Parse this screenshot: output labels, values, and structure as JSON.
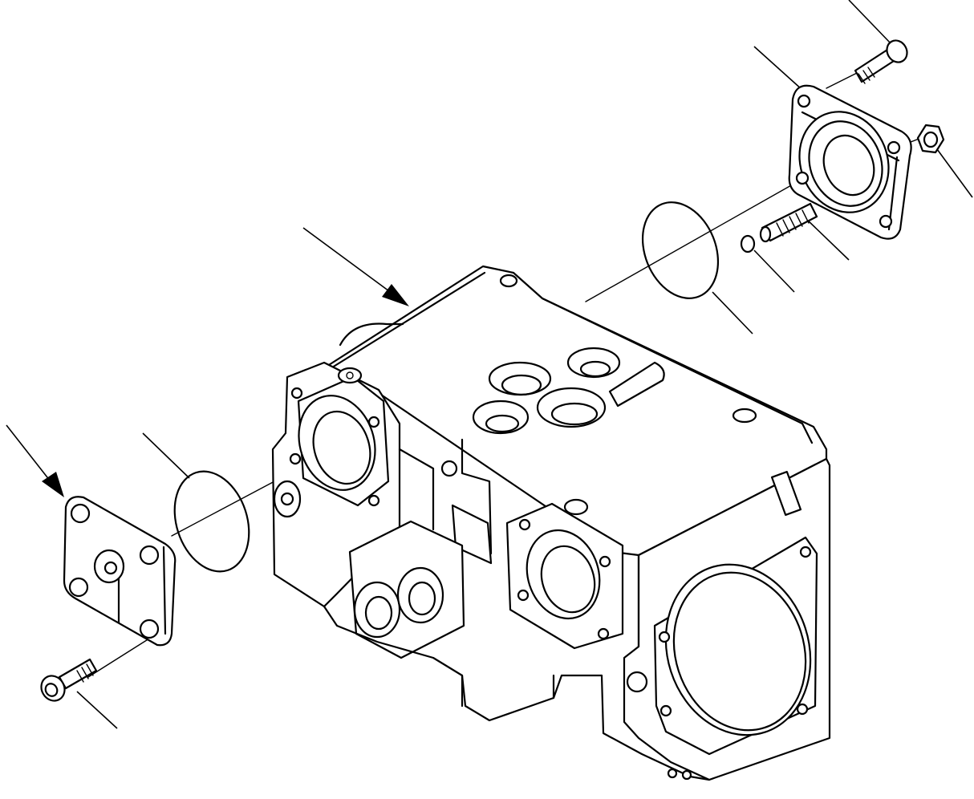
{
  "drawing": {
    "colors": {
      "line": "#000000",
      "paper": "#ffffff"
    },
    "parts": [
      {
        "id": "pump-case-body"
      },
      {
        "id": "left-cover-plate"
      },
      {
        "id": "left-o-ring"
      },
      {
        "id": "left-cap-screw"
      },
      {
        "id": "right-flange-cover"
      },
      {
        "id": "right-o-ring"
      },
      {
        "id": "top-cap-screw"
      },
      {
        "id": "hex-nut"
      },
      {
        "id": "adjusting-stud"
      },
      {
        "id": "small-o-ring"
      }
    ]
  }
}
